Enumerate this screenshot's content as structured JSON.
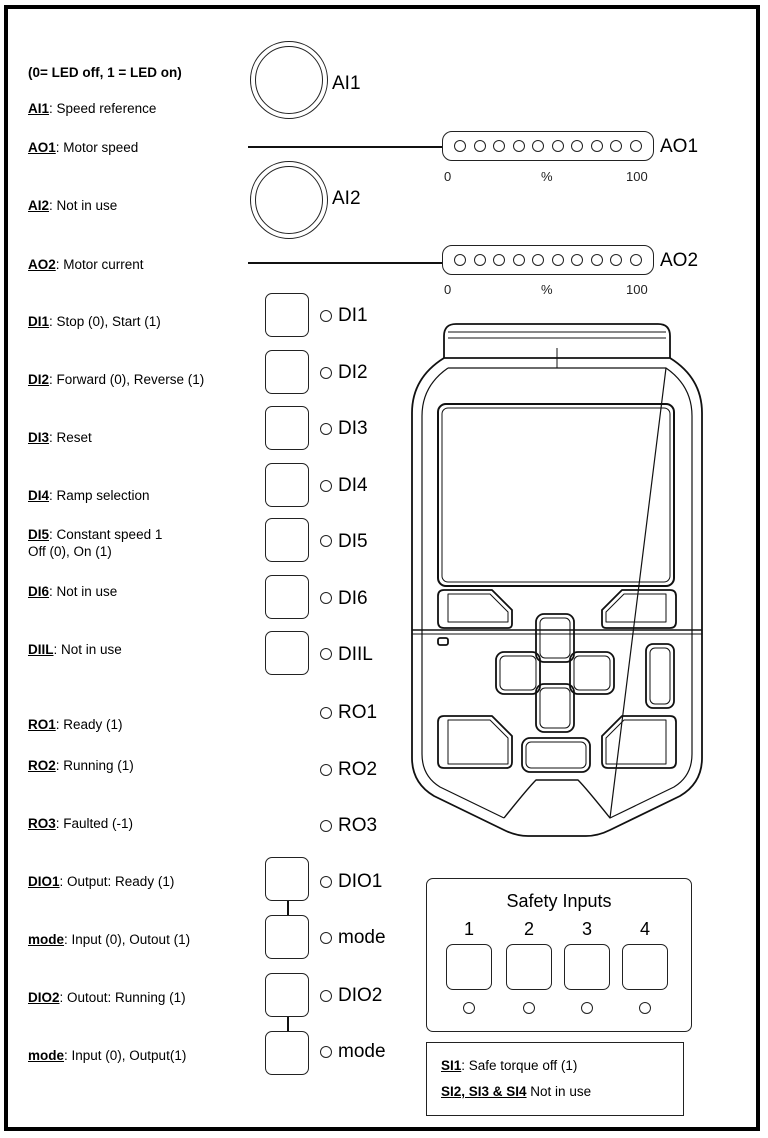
{
  "legend_note": "(0= LED off, 1 = LED on)",
  "descriptions": {
    "ai1": {
      "key": "AI1",
      "text": ": Speed reference"
    },
    "ao1": {
      "key": "AO1",
      "text": ": Motor speed"
    },
    "ai2": {
      "key": "AI2",
      "text": ": Not in use"
    },
    "ao2": {
      "key": "AO2",
      "text": ": Motor current"
    },
    "di1": {
      "key": "DI1",
      "text": ": Stop (0), Start (1)"
    },
    "di2": {
      "key": "DI2",
      "text": ": Forward (0), Reverse (1)"
    },
    "di3": {
      "key": "DI3",
      "text": ": Reset"
    },
    "di4": {
      "key": "DI4",
      "text": ": Ramp selection"
    },
    "di5": {
      "key": "DI5",
      "text": ": Constant speed 1",
      "line2": "Off (0), On (1)"
    },
    "di6": {
      "key": "DI6",
      "text": ": Not in use"
    },
    "diil": {
      "key": "DIIL",
      "text": ": Not in use"
    },
    "ro1": {
      "key": "RO1",
      "text": ": Ready (1)"
    },
    "ro2": {
      "key": "RO2",
      "text": ": Running (1)"
    },
    "ro3": {
      "key": "RO3",
      "text": ": Faulted (-1)"
    },
    "dio1": {
      "key": "DIO1",
      "text": ": Output: Ready (1)"
    },
    "mode1": {
      "key": "mode",
      "text": ": Input (0), Outout (1)"
    },
    "dio2": {
      "key": "DIO2",
      "text": ": Outout: Running (1)"
    },
    "mode2": {
      "key": "mode",
      "text": ": Input (0), Output(1)"
    }
  },
  "labels": {
    "ai1": "AI1",
    "ai2": "AI2",
    "ao1": "AO1",
    "ao2": "AO2",
    "di1": "DI1",
    "di2": "DI2",
    "di3": "DI3",
    "di4": "DI4",
    "di5": "DI5",
    "di6": "DI6",
    "diil": "DIIL",
    "ro1": "RO1",
    "ro2": "RO2",
    "ro3": "RO3",
    "dio1": "DIO1",
    "mode1": "mode",
    "dio2": "DIO2",
    "mode2": "mode"
  },
  "scale": {
    "min": "0",
    "unit": "%",
    "max": "100"
  },
  "safety": {
    "title": "Safety Inputs",
    "inputs": [
      "1",
      "2",
      "3",
      "4"
    ]
  },
  "safety_legend": {
    "si1_key": "SI1",
    "si1_text": ": Safe torque off (1)",
    "rest_key": "SI2, SI3 & SI4",
    "rest_text": " Not in use"
  }
}
